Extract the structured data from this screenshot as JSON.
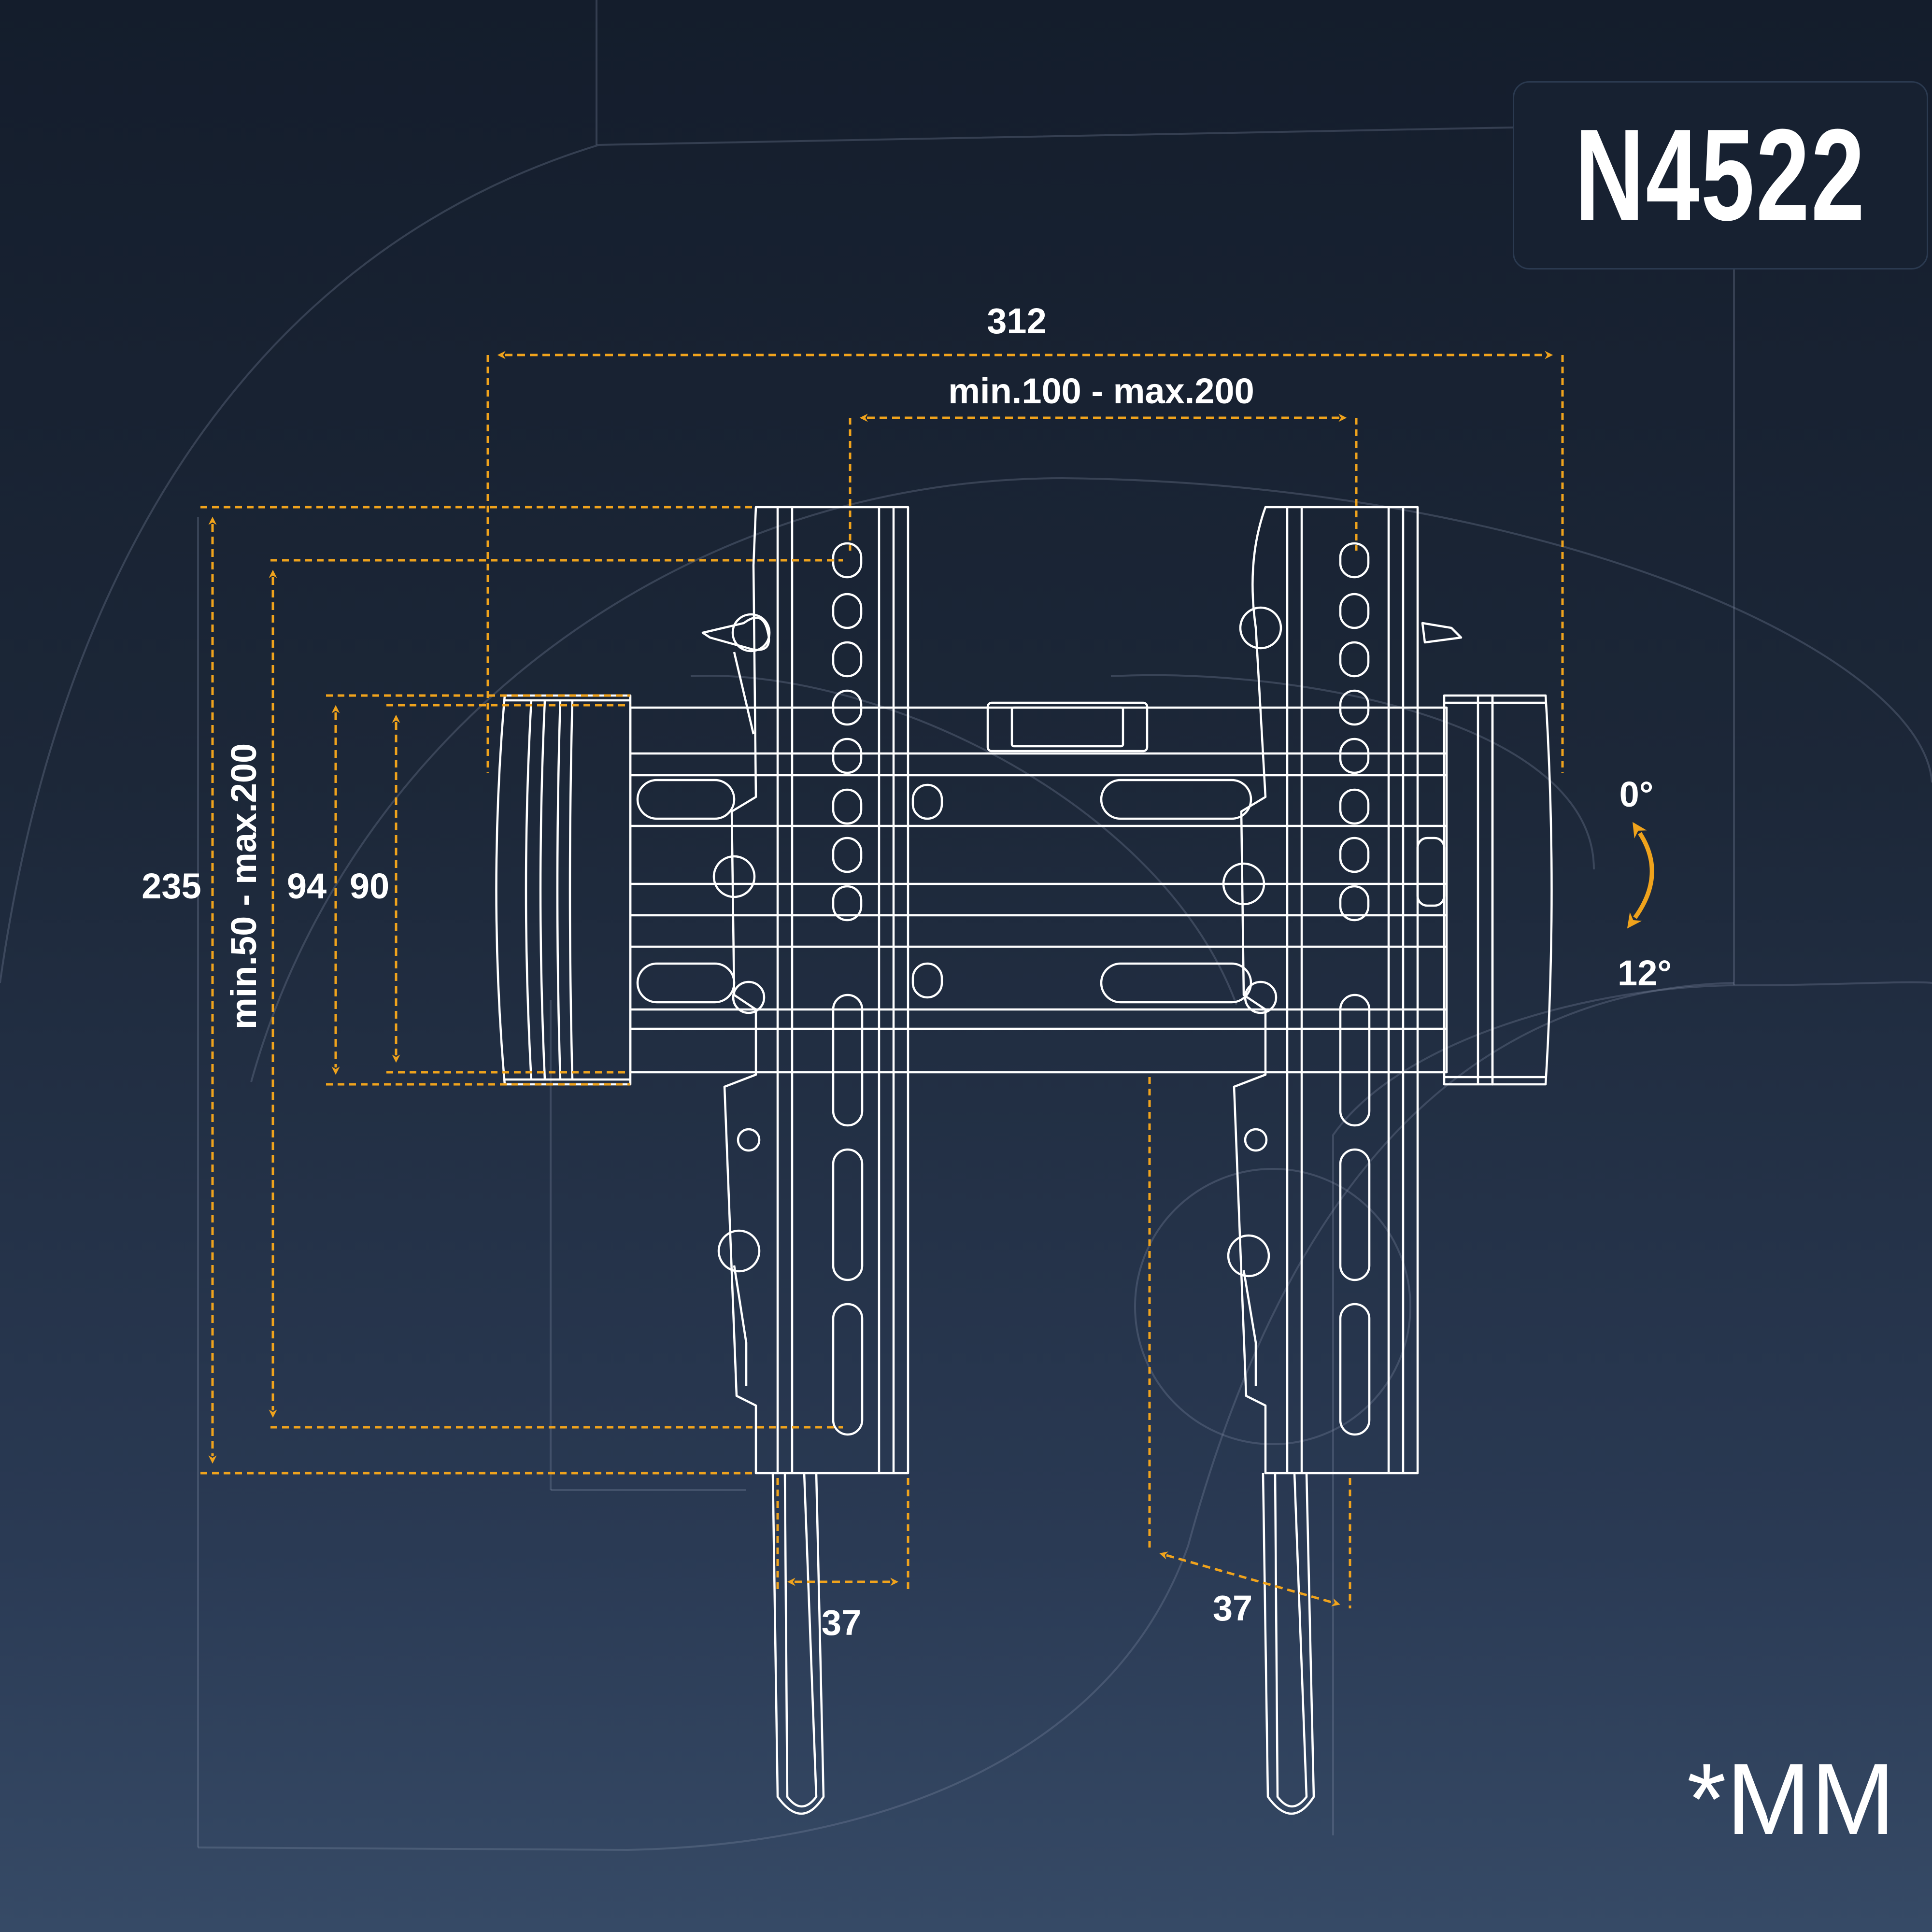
{
  "model": "N4522",
  "unit_note": "*MM",
  "dimensions": {
    "total_width": "312",
    "vesa_horizontal": "min.100 - max.200",
    "total_height": "235",
    "vesa_vertical": "min.50 - max.200",
    "wall_plate_height": "94",
    "rail_height": "90",
    "depth_front": "37",
    "depth_side": "37"
  },
  "tilt": {
    "min": "0°",
    "max": "12°"
  },
  "colors": {
    "background": "#1c2738",
    "accent": "#f0a31c",
    "line": "#ffffff"
  },
  "icons": [
    "tilt-arrow-icon"
  ]
}
